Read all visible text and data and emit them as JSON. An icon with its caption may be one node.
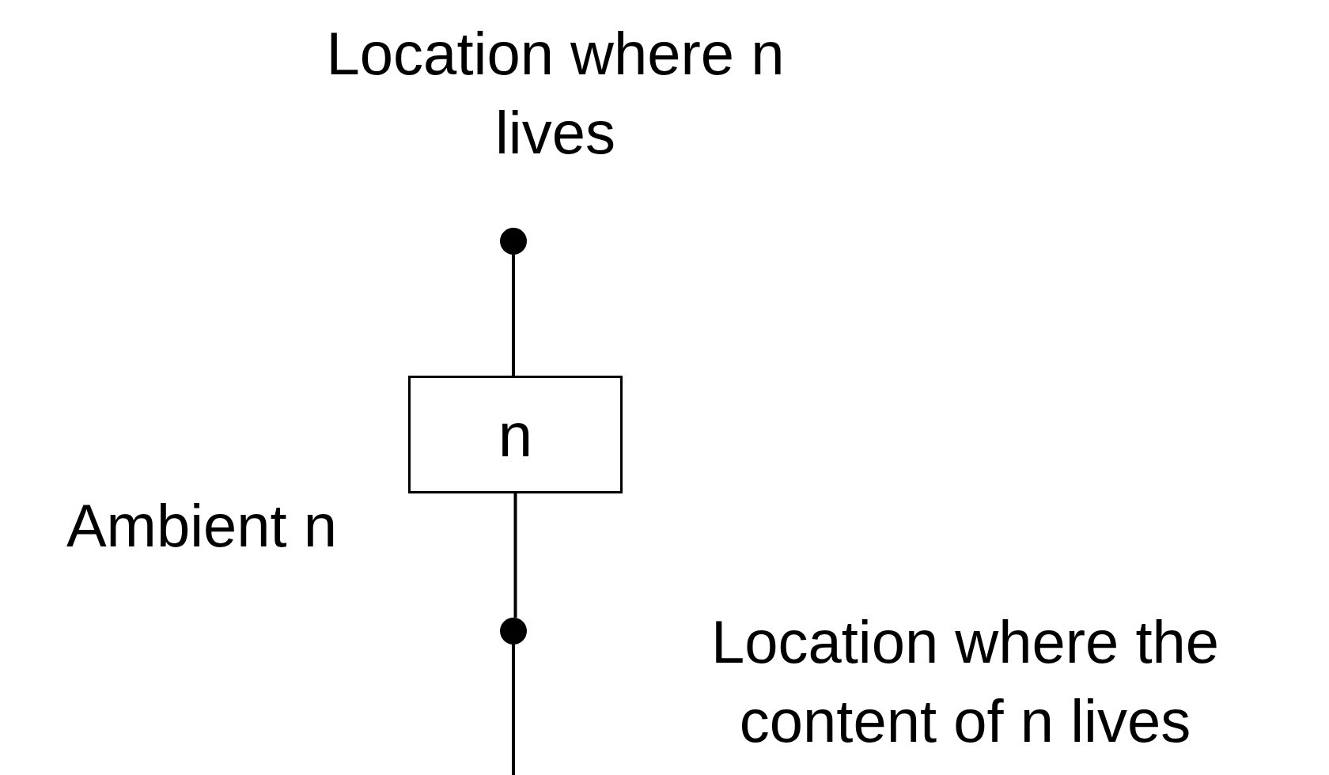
{
  "diagram": {
    "nodes": [
      {
        "text": [],
        "shape": "circle",
        "beside": [
          "Location where n lives"
        ]
      },
      {
        "text": [
          "n"
        ]
      },
      {
        "text": [],
        "shape": "circle",
        "beside": [
          "Location where the content of n lives"
        ]
      }
    ],
    "edges": [
      {
        "from": 0,
        "to": 1,
        "arrow": "none"
      },
      {
        "from": 1,
        "to": 2,
        "arrow": "none"
      },
      {
        "from": 2,
        "to": null,
        "arrow": "none"
      }
    ],
    "labels": [
      "Ambient n"
    ]
  }
}
